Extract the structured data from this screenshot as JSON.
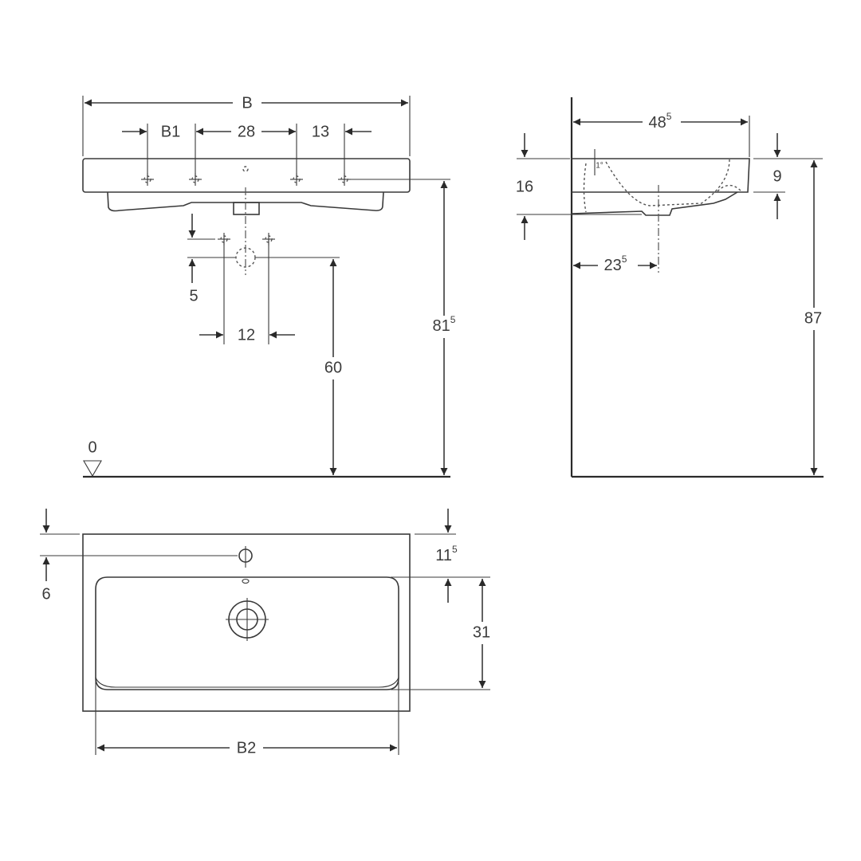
{
  "drawing": {
    "front_view": {
      "width_label": "B",
      "b1_label": "B1",
      "tap_spacing_label": "28",
      "side_spacing_label": "13",
      "supply_offset_label": "5",
      "supply_spacing_label": "12",
      "supply_height_label": "60",
      "rim_height_label": {
        "main": "81",
        "sup": "5"
      },
      "floor_label": "0"
    },
    "side_view": {
      "depth_label": {
        "main": "48",
        "sup": "5"
      },
      "height_label": "16",
      "rim_label": "9",
      "drain_offset_label": {
        "main": "23",
        "sup": "5"
      },
      "total_height_label": "87",
      "tap_angle_label": "1°"
    },
    "top_view": {
      "tap_offset_label": "6",
      "bowl_offset_label": {
        "main": "11",
        "sup": "5"
      },
      "bowl_depth_label": "31",
      "bowl_width_label": "B2"
    }
  }
}
